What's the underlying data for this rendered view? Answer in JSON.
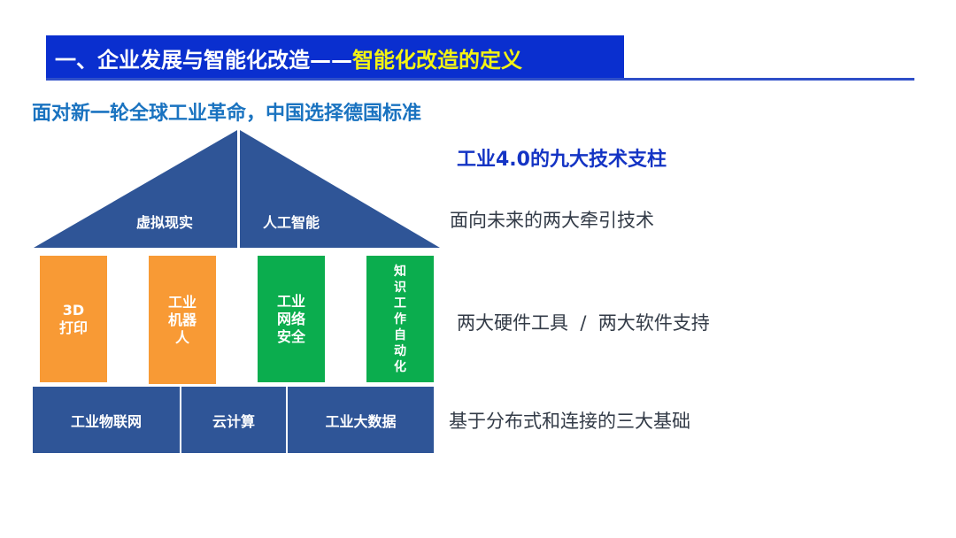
{
  "header": {
    "title_main": "一、企业发展与智能化改造——",
    "title_highlight": "智能化改造的定义",
    "bar_color": "#0a2fcf",
    "highlight_color": "#f3f313"
  },
  "subtitle": "面对新一轮全球工业革命，中国选择德国标准",
  "diagram": {
    "roof": [
      {
        "label": "虚拟现实"
      },
      {
        "label": "人工智能"
      }
    ],
    "pillars": [
      {
        "label": "3D打印",
        "lines": [
          "3D",
          "打印"
        ],
        "color": "#f89a35"
      },
      {
        "label": "工业机器人",
        "lines": [
          "工业",
          "机器",
          "人"
        ],
        "color": "#f89a35"
      },
      {
        "label": "工业网络安全",
        "lines": [
          "工业",
          "网络",
          "安全"
        ],
        "color": "#0bad4e"
      },
      {
        "label": "知识工作自动化",
        "lines": [
          "知",
          "识",
          "工",
          "作",
          "自",
          "动",
          "化"
        ],
        "color": "#0bad4e"
      }
    ],
    "base": [
      {
        "label": "工业物联网"
      },
      {
        "label": "云计算"
      },
      {
        "label": "工业大数据"
      }
    ],
    "roof_color": "#2f5597",
    "base_color": "#2f5597"
  },
  "side": {
    "title": "工业4.0的九大技术支柱",
    "roof_desc": "面向未来的两大牵引技术",
    "pillar_desc": "两大硬件工具  /  两大软件支持",
    "base_desc": "基于分布式和连接的三大基础"
  }
}
